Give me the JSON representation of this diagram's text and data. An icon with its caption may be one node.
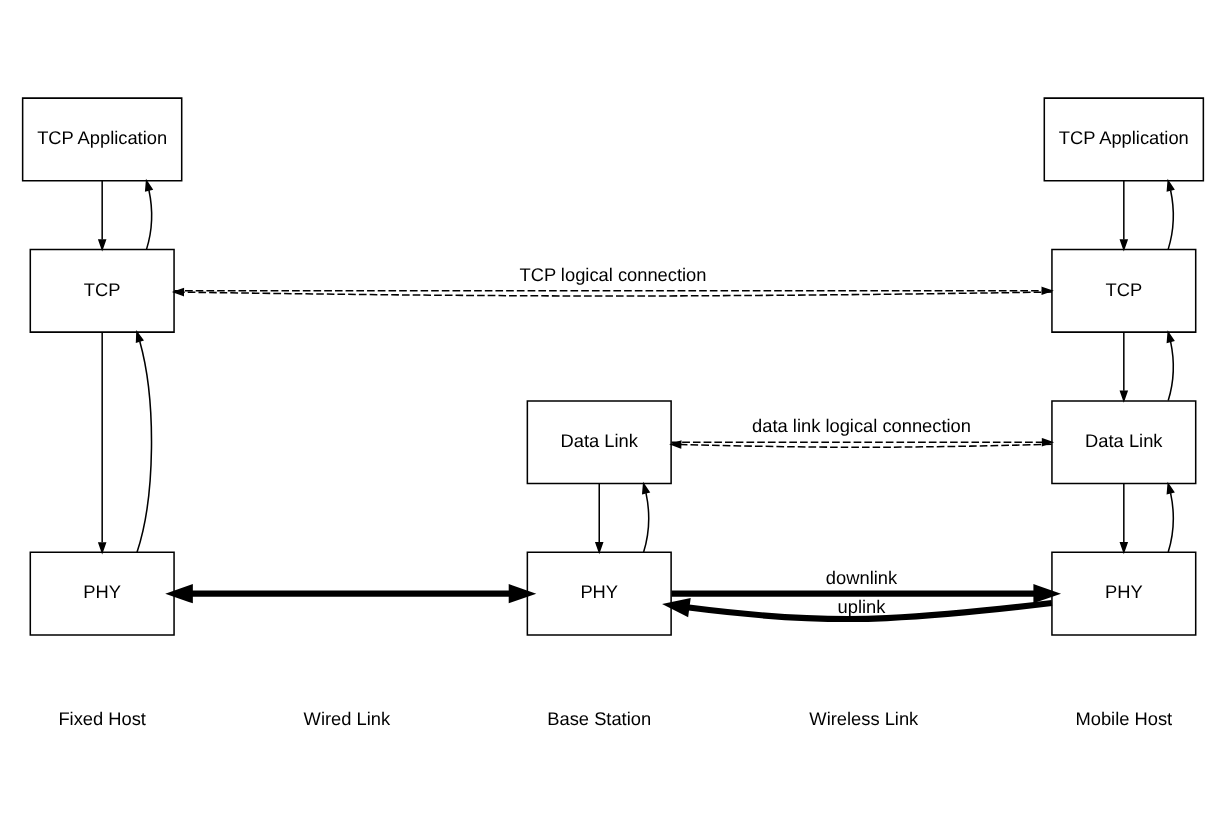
{
  "diagram": {
    "nodes": [
      {
        "text": [
          "TCP Application"
        ]
      },
      {
        "text": [
          "TCP"
        ]
      },
      {
        "text": [
          "PHY"
        ]
      },
      {
        "text": [
          "Data Link"
        ]
      },
      {
        "text": [
          "PHY"
        ]
      },
      {
        "text": [
          "TCP Application"
        ]
      },
      {
        "text": [
          "TCP"
        ]
      },
      {
        "text": [
          "Data Link"
        ]
      },
      {
        "text": [
          "PHY"
        ]
      }
    ],
    "edges": [
      {
        "from": 0,
        "to": 1,
        "arrow": "to"
      },
      {
        "from": 1,
        "to": 0,
        "arrow": "to"
      },
      {
        "from": 5,
        "to": 6,
        "arrow": "to"
      },
      {
        "from": 6,
        "to": 5,
        "arrow": "to"
      },
      {
        "from": 1,
        "to": 6,
        "arrow": "to",
        "style": "dashed",
        "label": "TCP logical connection"
      },
      {
        "from": 6,
        "to": 1,
        "arrow": "to",
        "style": "dashed"
      },
      {
        "from": 1,
        "to": 2,
        "arrow": "to"
      },
      {
        "from": 2,
        "to": 1,
        "arrow": "to"
      },
      {
        "from": 6,
        "to": 7,
        "arrow": "to"
      },
      {
        "from": 7,
        "to": 6,
        "arrow": "to"
      },
      {
        "from": 3,
        "to": 7,
        "arrow": "to",
        "style": "dashed",
        "label": "data link logical connection"
      },
      {
        "from": 7,
        "to": 3,
        "arrow": "to",
        "style": "dashed"
      },
      {
        "from": 3,
        "to": 4,
        "arrow": "to"
      },
      {
        "from": 4,
        "to": 3,
        "arrow": "to"
      },
      {
        "from": 7,
        "to": 8,
        "arrow": "to"
      },
      {
        "from": 8,
        "to": 7,
        "arrow": "to"
      },
      {
        "from": 2,
        "to": 4,
        "arrow": "both",
        "style": "thick"
      },
      {
        "from": 8,
        "to": 4,
        "arrow": "to",
        "style": "thick",
        "label": "uplink"
      },
      {
        "from": 4,
        "to": 8,
        "arrow": "to",
        "style": "thick",
        "label": "downlink"
      }
    ],
    "labels": [
      "Fixed Host",
      "Wired Link",
      "Base Station",
      "Wireless Link",
      "Mobile Host"
    ]
  }
}
